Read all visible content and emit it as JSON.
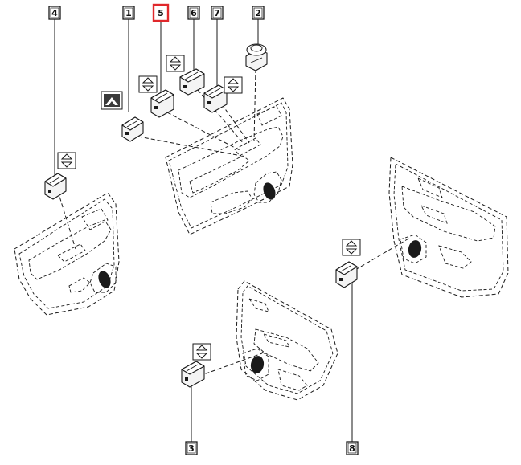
{
  "accent_color": "#e0282b",
  "callouts": [
    {
      "id": "4",
      "selected": false
    },
    {
      "id": "1",
      "selected": false
    },
    {
      "id": "5",
      "selected": true
    },
    {
      "id": "6",
      "selected": false
    },
    {
      "id": "7",
      "selected": false
    },
    {
      "id": "2",
      "selected": false
    },
    {
      "id": "3",
      "selected": false
    },
    {
      "id": "8",
      "selected": false
    }
  ],
  "icons": {
    "up_down": "up-down-arrow-icon",
    "mirror": "mirror-adjust-icon"
  }
}
